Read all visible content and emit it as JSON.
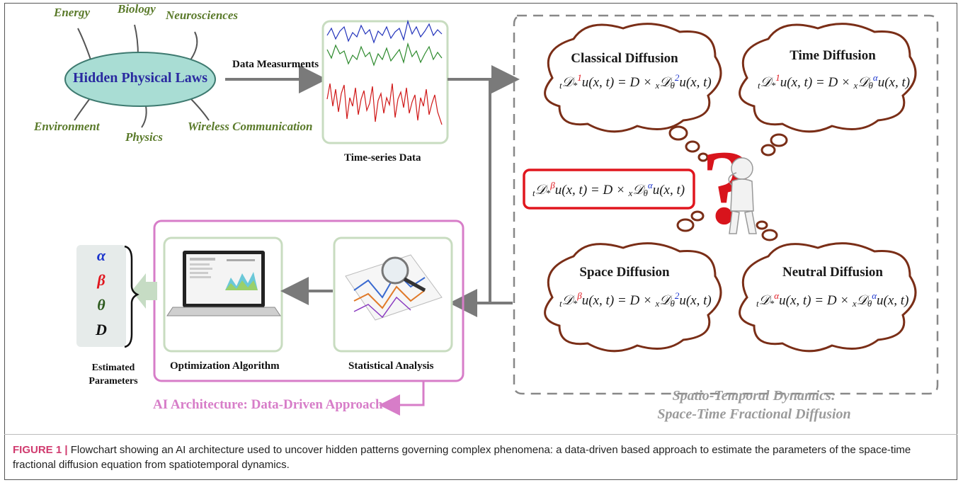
{
  "hidden_laws": {
    "title": "Hidden Physical Laws",
    "domains": [
      "Energy",
      "Biology",
      "Neurosciences",
      "Environment",
      "Physics",
      "Wireless Communication"
    ]
  },
  "data_measurements_label": "Data Measurments",
  "time_series_label": "Time-series Data",
  "clouds": {
    "classical": {
      "title": "Classical Diffusion",
      "beta": "1",
      "alpha": "2"
    },
    "time": {
      "title": "Time Diffusion",
      "beta": "1",
      "alpha": "α"
    },
    "space": {
      "title": "Space Diffusion",
      "beta": "β",
      "alpha": "2"
    },
    "neutral": {
      "title": "Neutral Diffusion",
      "beta": "α",
      "alpha": "α"
    }
  },
  "central_equation": {
    "beta": "β",
    "alpha": "α"
  },
  "equation_parts": {
    "lhs_pre": "t",
    "op": "𝒟",
    "star": "*",
    "lhs_post": "u(x, t) = D × ",
    "rhs_pre": "x",
    "theta": "θ",
    "rhs_post": "u(x, t)"
  },
  "spatio_title_line1": "Spatio-Temporal Dynamics:",
  "spatio_title_line2": "Space-Time Fractional Diffusion",
  "ai_architecture_label": "AI Architecture: Data-Driven Approach",
  "statistical_analysis_label": "Statistical Analysis",
  "optimization_label": "Optimization Algorithm",
  "parameters": {
    "symbols": [
      "α",
      "β",
      "θ",
      "D"
    ],
    "colors": [
      "#1a33cc",
      "#e0161e",
      "#2d5a1e",
      "#111111"
    ],
    "label_line1": "Estimated",
    "label_line2": "Parameters"
  },
  "caption": {
    "label": "FIGURE 1 |",
    "text": "Flowchart showing an AI architecture used to uncover hidden patterns governing complex phenomena: a data-driven based approach to estimate the parameters of the space-time fractional diffusion equation from spatiotemporal dynamics."
  },
  "colors": {
    "ellipse_fill": "#a9ddd4",
    "ellipse_text": "#2a2aa0",
    "domain_text": "#5a7a2a",
    "ai_box": "#d77dc8",
    "ai_text": "#d77dc8",
    "panel_border": "#c8dcc0",
    "cloud_border": "#7a2e17",
    "arrow": "#7a7a7a",
    "red_box": "#e0161e",
    "spatio_text": "#9a9a9a"
  }
}
